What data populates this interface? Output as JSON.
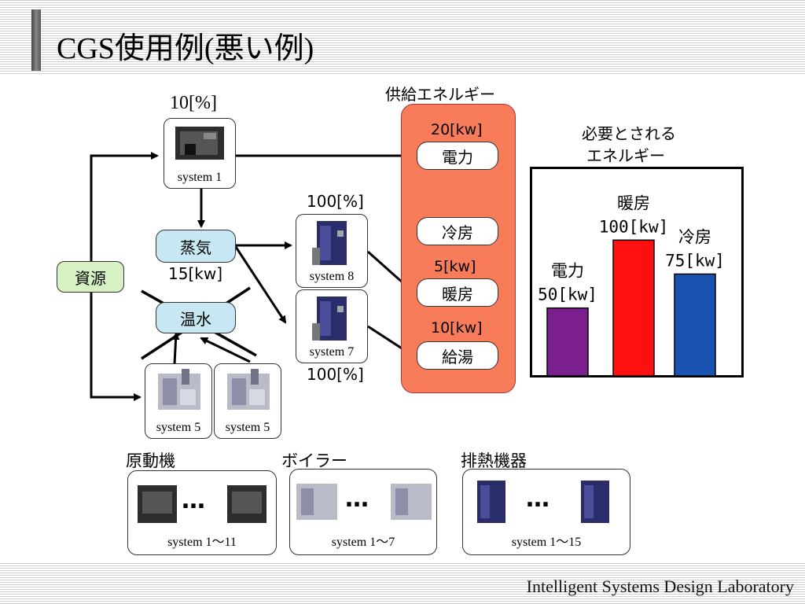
{
  "slide": {
    "title": "CGS使用例(悪い例)",
    "footer": "Intelligent Systems Design Laboratory"
  },
  "resource": {
    "label": "資源"
  },
  "system1": {
    "caption": "system 1",
    "percent": "10[%]"
  },
  "steam": {
    "label": "蒸気",
    "value": "15[kw]"
  },
  "hot_water": {
    "label": "温水"
  },
  "system8": {
    "caption": "system 8",
    "percent": "100[%]"
  },
  "system7": {
    "caption": "system 7",
    "percent": "100[%]"
  },
  "boiler_a": {
    "caption": "system 5"
  },
  "boiler_b": {
    "caption": "system 5"
  },
  "supply": {
    "title": "供給エネルギー",
    "electric_value": "20[kw]",
    "electric": "電力",
    "cooling": "冷房",
    "heating_value": "5[kw]",
    "heating": "暖房",
    "hotwater_value": "10[kw]",
    "hotwater": "給湯"
  },
  "demand": {
    "title_line1": "必要とされる",
    "title_line2": "エネルギー"
  },
  "chart_data": {
    "type": "bar",
    "categories": [
      "電力",
      "暖房",
      "冷房"
    ],
    "values": [
      50,
      100,
      75
    ],
    "value_labels": [
      "50[kw]",
      "100[kw]",
      "75[kw]"
    ],
    "colors": [
      "#7b1f8f",
      "#ff1010",
      "#1a52b0"
    ],
    "ylim": [
      0,
      110
    ]
  },
  "categories": {
    "prime_mover": {
      "label": "原動機",
      "caption": "system 1～11"
    },
    "boiler": {
      "label": "ボイラー",
      "caption": "system 1～7"
    },
    "exhaust": {
      "label": "排熱機器",
      "caption": "system 1～15"
    }
  },
  "ellipsis": "…"
}
